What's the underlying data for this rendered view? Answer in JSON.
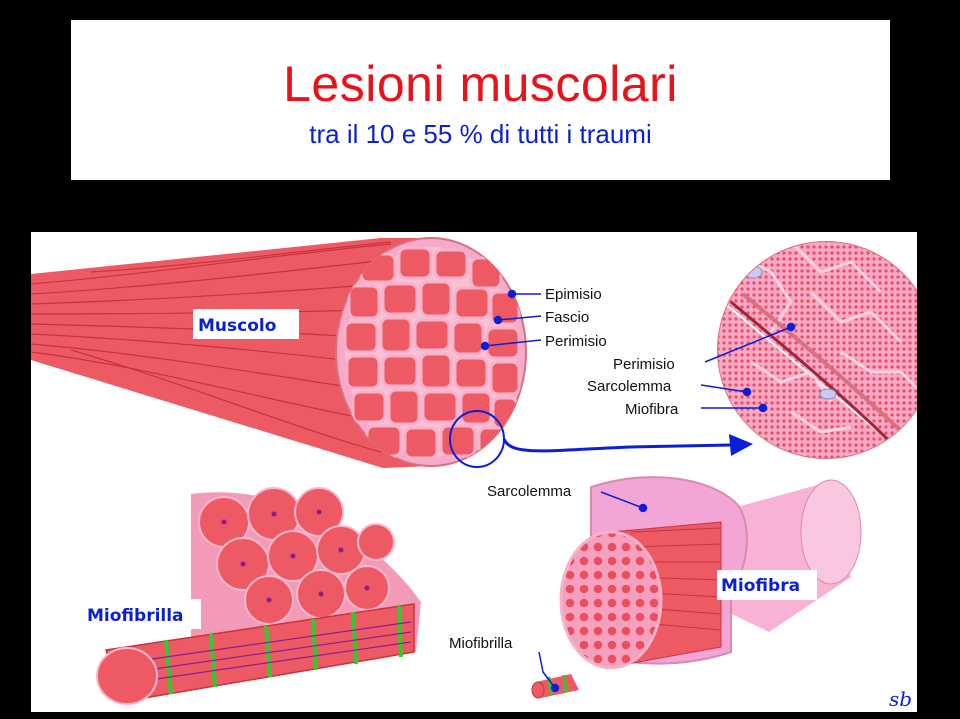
{
  "title": "Lesioni muscolari",
  "subtitle": "tra il 10 e 55 % di tutti i traumi",
  "diagram": {
    "box_labels": {
      "muscolo": "Muscolo",
      "miofibrilla": "Miofibrilla",
      "miofibra": "Miofibra"
    },
    "muscle_labels": {
      "epimisio": "Epimisio",
      "fascio": "Fascio",
      "perimisio": "Perimisio"
    },
    "zoom_labels": {
      "perimisio": "Perimisio",
      "sarcolemma": "Sarcolemma",
      "miofibra": "Miofibra"
    },
    "fiber_labels": {
      "sarcolemma": "Sarcolemma",
      "miofibrilla": "Miofibrilla"
    },
    "signature": "sb",
    "colors": {
      "muscle": "#ee5a63",
      "muscle_dark": "#c8323d",
      "membrane": "#f6a9c8",
      "sarcolemma": "#f3a6d6",
      "pointer": "#0b1fd6",
      "z_line": "#2ecc2e",
      "title": "#e8131a",
      "subtitle": "#0b1fd6"
    }
  }
}
